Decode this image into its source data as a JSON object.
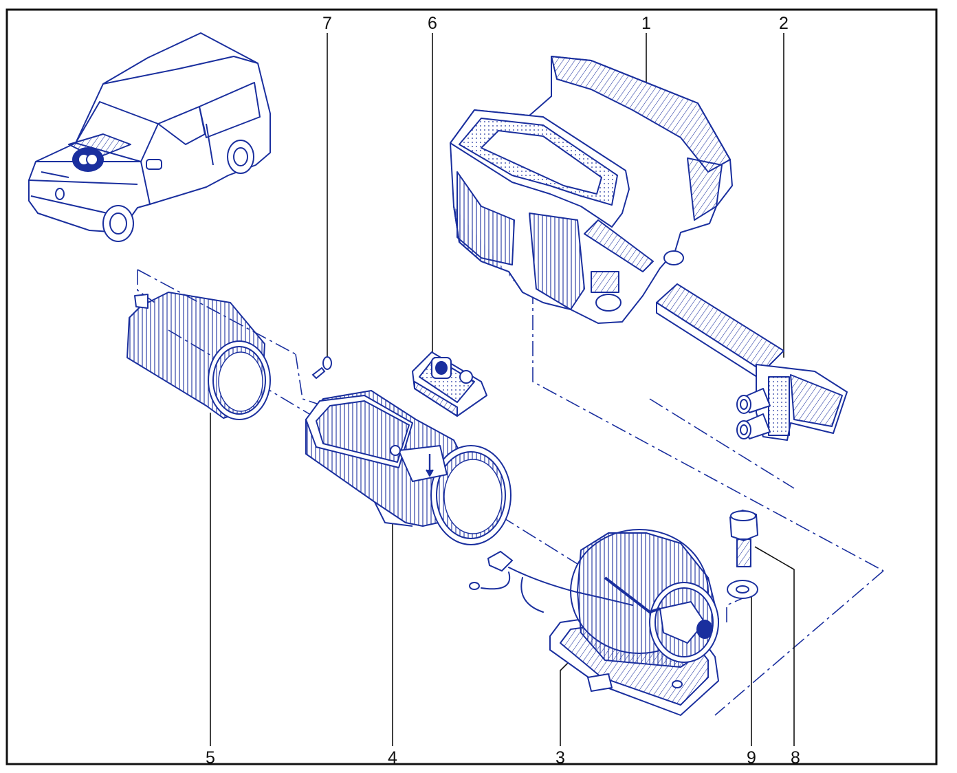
{
  "diagram": {
    "ink_color": "#1a2f9e",
    "frame_color": "#111111",
    "labels": [
      {
        "id": "1",
        "text": "1"
      },
      {
        "id": "2",
        "text": "2"
      },
      {
        "id": "3",
        "text": "3"
      },
      {
        "id": "4",
        "text": "4"
      },
      {
        "id": "5",
        "text": "5"
      },
      {
        "id": "6",
        "text": "6"
      },
      {
        "id": "7",
        "text": "7"
      },
      {
        "id": "8",
        "text": "8"
      },
      {
        "id": "9",
        "text": "9"
      }
    ]
  }
}
